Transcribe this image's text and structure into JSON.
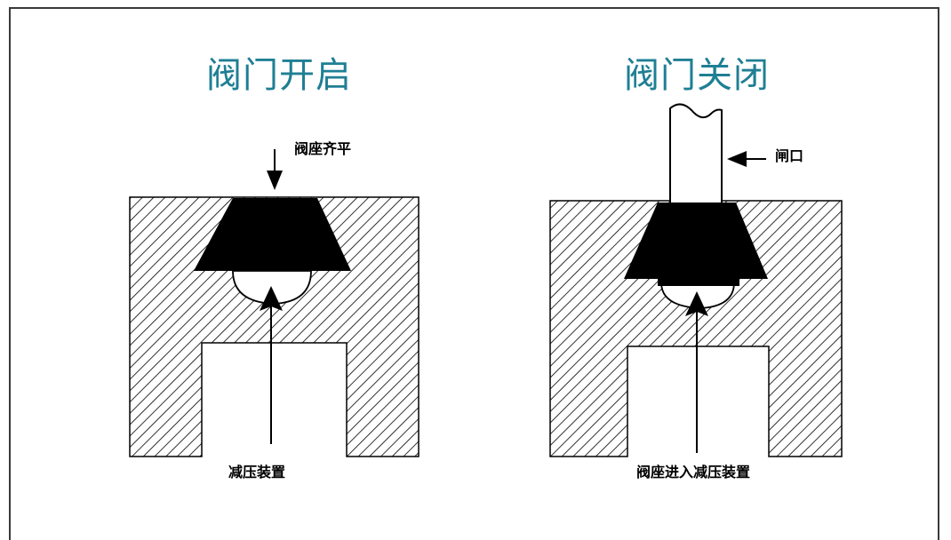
{
  "panels": {
    "left": {
      "title": "阀门开启",
      "seat_label": "阀座齐平",
      "bottom_label": "减压装置"
    },
    "right": {
      "title": "阀门关闭",
      "gate_label": "闸口",
      "bottom_label": "阀座进入减压装置"
    }
  },
  "colors": {
    "title": "#1f7f94",
    "frame": "#3a3a3a",
    "ink": "#000000"
  }
}
